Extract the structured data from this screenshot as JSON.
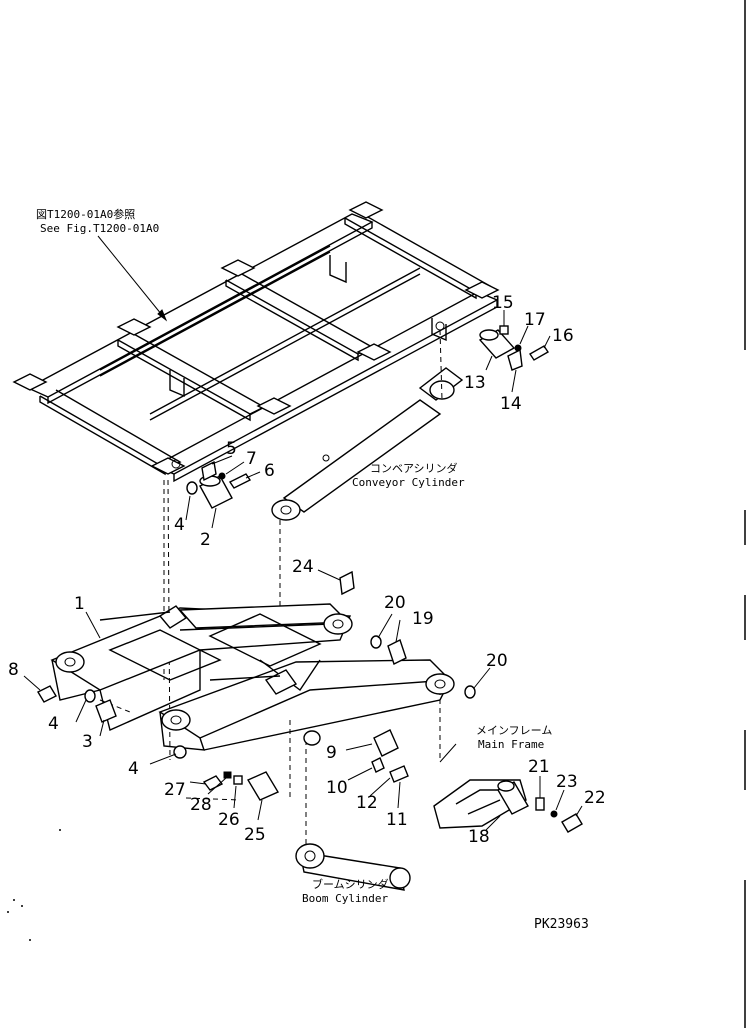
{
  "figure_ref": {
    "jp": "図T1200-01A0参照",
    "en": "See Fig.T1200-01A0"
  },
  "labels": {
    "conveyor_cylinder_jp": "コンベアシリンダ",
    "conveyor_cylinder_en": "Conveyor Cylinder",
    "main_frame_jp": "メインフレーム",
    "main_frame_en": "Main Frame",
    "boom_cylinder_jp": "ブームシリンダ",
    "boom_cylinder_en": "Boom Cylinder"
  },
  "drawing_number": "PK23963",
  "callouts": {
    "c1": "1",
    "c2": "2",
    "c3": "3",
    "c4a": "4",
    "c4b": "4",
    "c4c": "4",
    "c5": "5",
    "c6": "6",
    "c7": "7",
    "c8": "8",
    "c9": "9",
    "c10": "10",
    "c11": "11",
    "c12": "12",
    "c13": "13",
    "c14": "14",
    "c15": "15",
    "c16": "16",
    "c17": "17",
    "c18": "18",
    "c19": "19",
    "c20a": "20",
    "c20b": "20",
    "c21": "21",
    "c22": "22",
    "c23": "23",
    "c24": "24",
    "c25": "25",
    "c26": "26",
    "c27": "27",
    "c28": "28"
  }
}
